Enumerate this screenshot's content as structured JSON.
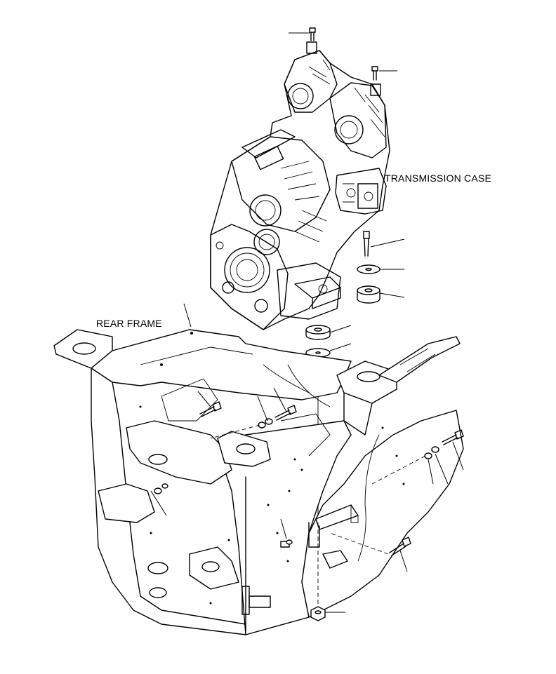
{
  "labels": {
    "transmission_case": "TRANSMISSION CASE",
    "rear_frame": "REAR FRAME"
  },
  "parts": [
    "top-bolt-1",
    "top-bolt-2",
    "mount-bolt",
    "washer",
    "rubber-mount-upper",
    "rubber-mount-lower",
    "plate-washer",
    "bolt-left-1",
    "bolt-left-2",
    "bolt-right-1",
    "bolt-right-2",
    "bolt-lower",
    "nut-bottom"
  ]
}
